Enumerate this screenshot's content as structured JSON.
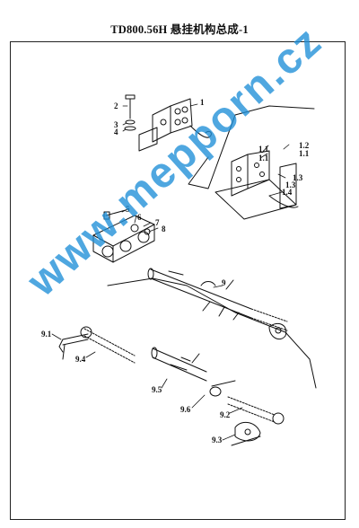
{
  "title": "TD800.56H  悬挂机构总成-1",
  "labels": {
    "p1": "1",
    "p2": "2",
    "p3": "3",
    "p4": "4",
    "p1_1a": "1.1",
    "p1_1b": "1.1",
    "p1_2": "1.2",
    "p1_3a": "1.3",
    "p1_3b": "1.3",
    "p1_4": "1.4",
    "p5": "5",
    "p6": "6",
    "p7": "7",
    "p8": "8",
    "p9": "9",
    "p9_1": "9.1",
    "p9_2": "9.2",
    "p9_3": "9.3",
    "p9_4": "9.4",
    "p9_5": "9.5",
    "p9_6": "9.6"
  },
  "watermark": "www.mepporn.cz",
  "colors": {
    "line": "#111111",
    "watermark": "#1e8fd8"
  }
}
